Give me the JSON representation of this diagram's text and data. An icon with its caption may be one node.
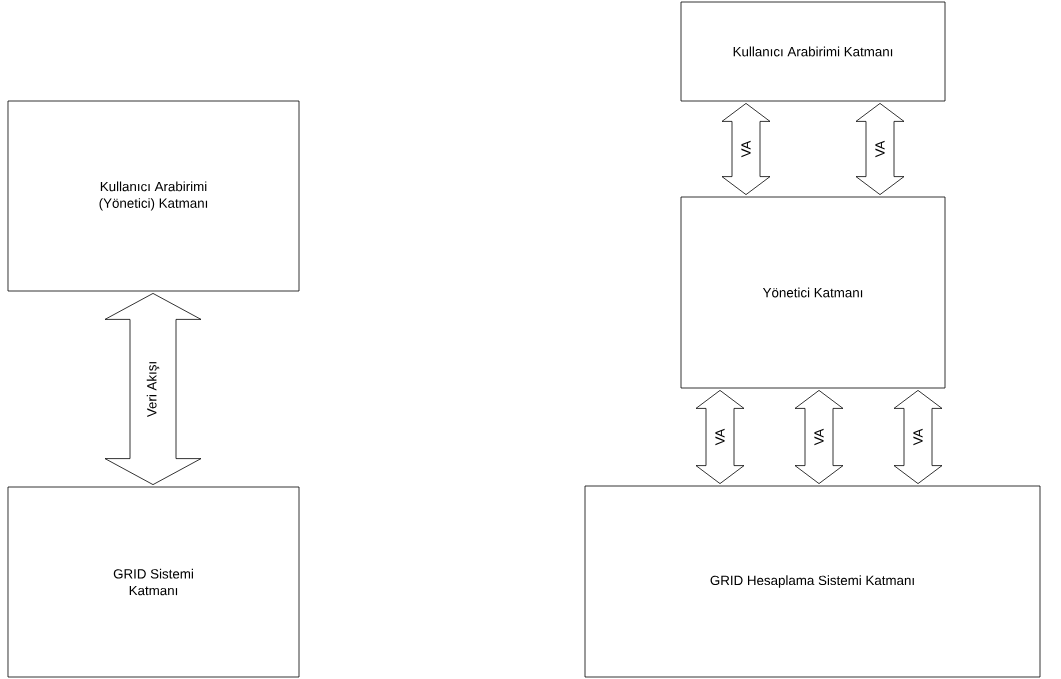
{
  "diagram": {
    "nodes": [
      {
        "text": [
          "Kullanıcı Arabirimi (Yönetici) Katmanı"
        ]
      },
      {
        "text": [
          "GRID Sistemi Katmanı"
        ]
      },
      {
        "text": [
          "Kullanıcı Arabirimi Katmanı"
        ]
      },
      {
        "text": [
          "Yönetici Katmanı"
        ]
      },
      {
        "text": [
          "GRID Hesaplama Sistemi Katmanı"
        ]
      }
    ],
    "edges": [
      {
        "from": 0,
        "to": 1,
        "arrow": "both",
        "label": "Veri Akışı"
      },
      {
        "from": 2,
        "to": 3,
        "arrow": "both",
        "label": "VA"
      },
      {
        "from": 2,
        "to": 3,
        "arrow": "both",
        "label": "VA"
      },
      {
        "from": 3,
        "to": 4,
        "arrow": "both",
        "label": "VA"
      },
      {
        "from": 3,
        "to": 4,
        "arrow": "both",
        "label": "VA"
      },
      {
        "from": 3,
        "to": 4,
        "arrow": "both",
        "label": "VA"
      }
    ]
  }
}
